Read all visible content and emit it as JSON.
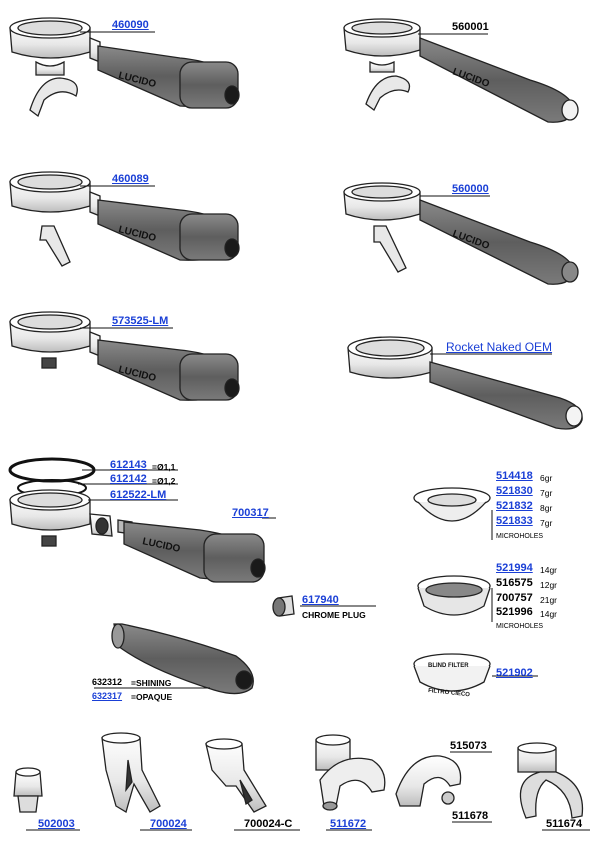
{
  "parts": {
    "p460090": "460090",
    "p560001": "560001",
    "p460089": "460089",
    "p560000": "560000",
    "p573525": "573525-LM",
    "rocket": "Rocket Naked OEM",
    "p612143": "612143",
    "p612143_dim": "=Ø1,1",
    "p612142": "612142",
    "p612142_dim": "=Ø1,2",
    "p612522": "612522-LM",
    "p700317": "700317",
    "p617940": "617940",
    "chrome_plug": "CHROME PLUG",
    "p632312": "632312",
    "p632312_note": "=SHINING",
    "p632317": "632317",
    "p632317_note": "=OPAQUE",
    "f514418": "514418",
    "f514418_g": "6gr",
    "f521830": "521830",
    "f521830_g": "7gr",
    "f521832": "521832",
    "f521832_g": "8gr",
    "f521833": "521833",
    "f521833_g": "7gr",
    "microholes1": "MICROHOLES",
    "f521994": "521994",
    "f521994_g": "14gr",
    "f516575": "516575",
    "f516575_g": "12gr",
    "f700757": "700757",
    "f700757_g": "21gr",
    "f521996": "521996",
    "f521996_g": "14gr",
    "microholes2": "MICROHOLES",
    "f521902": "521902",
    "blind_top": "BLIND FILTER",
    "blind_bottom": "FILTRO CIECO",
    "s502003": "502003",
    "s700024": "700024",
    "s700024c": "700024-C",
    "s511672": "511672",
    "s515073": "515073",
    "s511678": "511678",
    "s511674": "511674"
  },
  "handle_brand": "LUCIDO"
}
